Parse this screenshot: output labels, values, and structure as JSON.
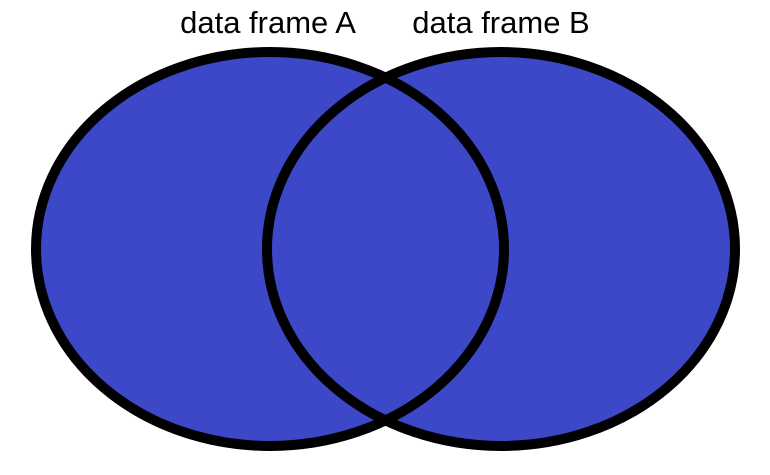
{
  "diagram": {
    "type": "venn",
    "sets": [
      {
        "label": "data frame A"
      },
      {
        "label": "data frame B"
      }
    ],
    "fill_color": "#3d48c9",
    "stroke_color": "#000000"
  }
}
